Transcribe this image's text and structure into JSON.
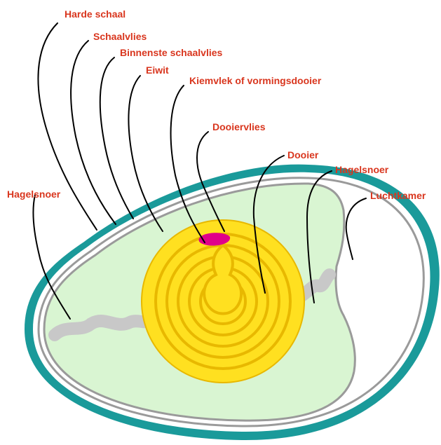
{
  "colors": {
    "label_text": "#d9361e",
    "shell": "#1a9a9a",
    "membrane": "#9a9a9a",
    "albumen": "#d9f5d2",
    "yolk": "#ffe020",
    "yolk_rings": "#e8b800",
    "germinal_disc": "#e0008a",
    "chalaza": "#c8c8c8",
    "leader_lines": "#000000"
  },
  "labels": {
    "harde_schaal": "Harde schaal",
    "schaalvlies": "Schaalvlies",
    "binnenste_schaalvlies": "Binnenste schaalvlies",
    "eiwit": "Eiwit",
    "kiemvlek": "Kiemvlek of vormingsdooier",
    "dooiervlies": "Dooiervlies",
    "dooier": "Dooier",
    "hagelsnoer_left": "Hagelsnoer",
    "hagelsnoer_right": "Hagelsnoer",
    "luchtkamer": "Luchtkamer"
  }
}
